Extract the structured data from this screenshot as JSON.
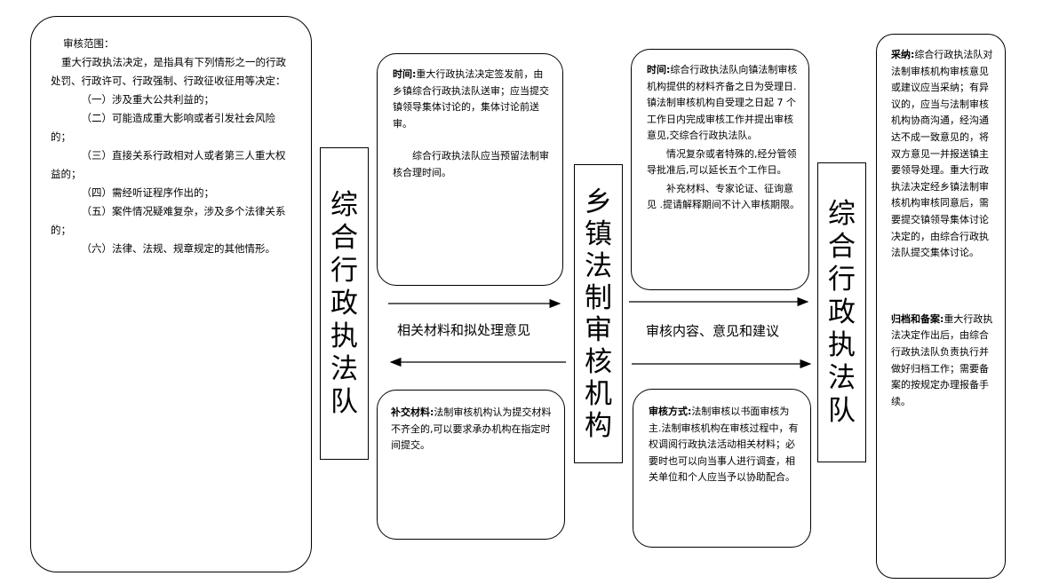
{
  "scope": {
    "title": "审核范围：",
    "intro": "重大行政执法决定，是指具有下列情形之一的行政处罚、行政许可、行政强制、行政征收征用等决定：",
    "items": [
      "（一）涉及重大公共利益的；",
      "（二）可能造成重大影响或者引发社会风险的；",
      "（三）直接关系行政相对人或者第三人重大权益的；",
      "（四）需经听证程序作出的；",
      "（五）案件情况疑难复杂，涉及多个法律关系的；",
      "（六）法律、法规、规章规定的其他情形。"
    ]
  },
  "left_team": {
    "chars": [
      "综",
      "合",
      "行",
      "政",
      "执",
      "法",
      "队"
    ]
  },
  "center_org": {
    "chars": [
      "乡",
      "镇",
      "法",
      "制",
      "审",
      "核",
      "机",
      "构"
    ]
  },
  "right_team": {
    "chars": [
      "综",
      "合",
      "行",
      "政",
      "执",
      "法",
      "队"
    ]
  },
  "time_submit": {
    "label": "时间:",
    "text": "重大行政执法决定签发前，由乡镇综合行政执法队送审；应当提交镇领导集体讨论的，集体讨论前送审。",
    "text2": "综合行政执法队应当预留法制审核合理时间。"
  },
  "supplement": {
    "label": "补交材料:",
    "text": "法制审核机构认为提交材料不齐全的,可以要求承办机构在指定时间提交。"
  },
  "time_review": {
    "label": "时间:",
    "text": "综合行政执法队向镇法制审核机构提供的材料齐备之日为受理日.镇法制审核机构自受理之日起 7 个工作日内完成审核工作并提出审核意见,交综合行政执法队。",
    "text2": "情况复杂或者特殊的,经分管领导批准后,可以延长五个工作日。",
    "text3": "补充材料、专家论证、征询意见 .提请解释期间不计入审核期限。"
  },
  "method": {
    "label": "审核方式:",
    "text": "法制审核以书面审核为主.法制审核机构在审核过程中，有权调阅行政执法活动相关材料；必要时也可以向当事人进行调查，相关单位和个人应当予以协助配合。"
  },
  "adopt": {
    "label": "采纳:",
    "text": "综合行政执法队对法制审核机构审核意见或建议应当采纳；有异议的，应当与法制审核机构协商沟通，经沟通达不成一致意见的，将双方意见一并报送镇主要领导处理。重大行政执法决定经乡镇法制审核机构审核同意后，需要提交镇领导集体讨论决定的，由综合行政执法队提交集体讨论。"
  },
  "archive": {
    "label": "归档和备案:",
    "text": "重大行政执法决定作出后，由综合行政执法队负责执行并做好归档工作；需要备案的按规定办理报备手续。"
  },
  "arrow_labels": {
    "left": "相关材料和拟处理意见",
    "right": "审核内容、意见和建议"
  }
}
